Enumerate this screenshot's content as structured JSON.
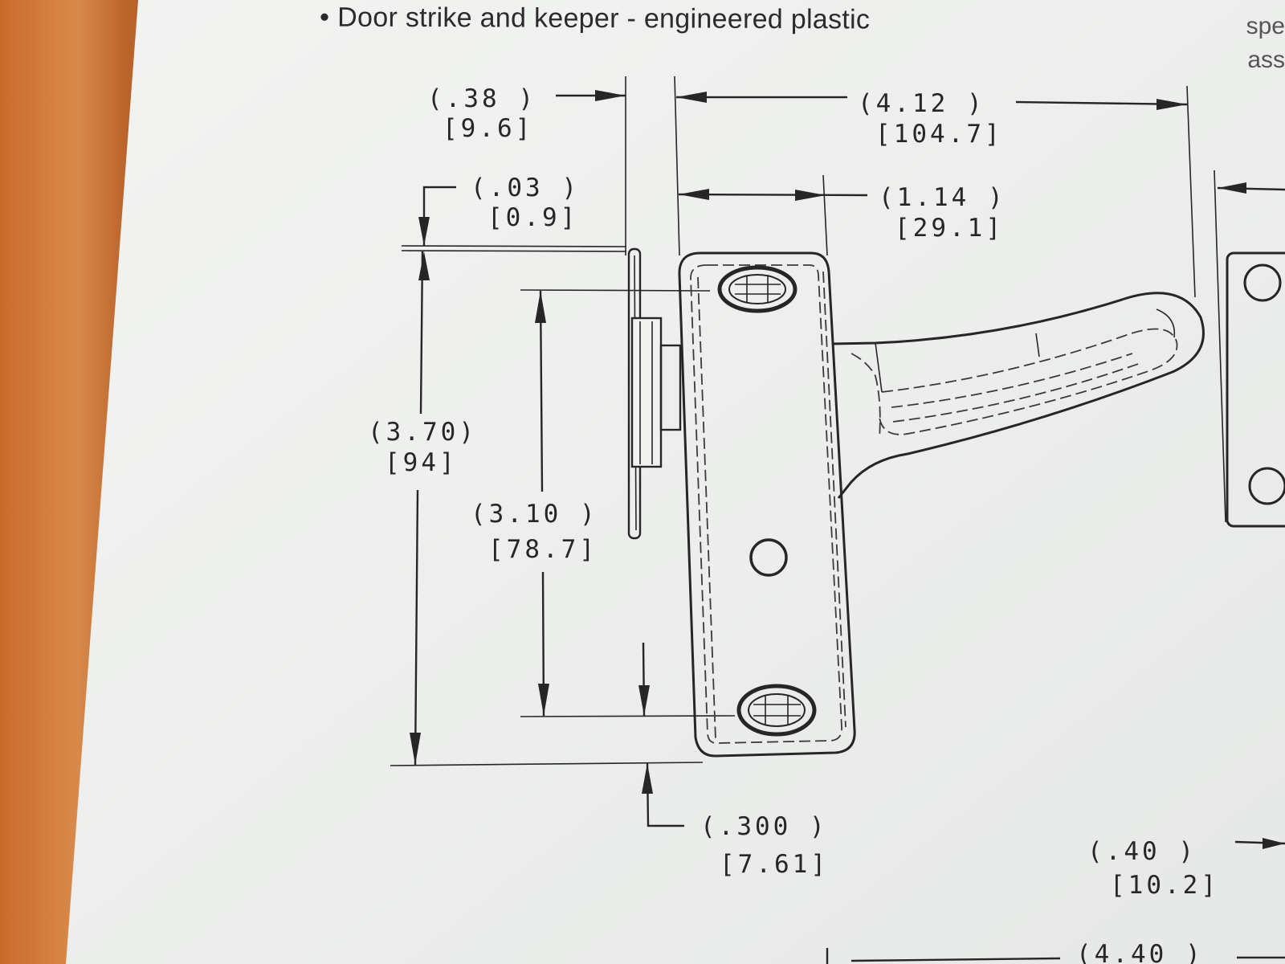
{
  "header": {
    "bullet": "•",
    "feature": "Door strike and keeper - engineered plastic"
  },
  "edge_text": [
    "spe",
    "ass"
  ],
  "dimensions": {
    "d038_in": "(.38   )",
    "d038_mm": "[9.6]",
    "d412_in": "(4.12    )",
    "d412_mm": "[104.7]",
    "d003_in": "(.03   )",
    "d003_mm": "[0.9]",
    "d114_in": "(1.14   )",
    "d114_mm": "[29.1]",
    "d370_in": "(3.70)",
    "d370_mm": "[94]",
    "d310_in": "(3.10    )",
    "d310_mm": "[78.7]",
    "d300_in": "(.300    )",
    "d300_mm": "[7.61]",
    "d040_in": "(.40    )",
    "d040_mm": "[10.2]",
    "d440_in": "(4.40     )"
  },
  "colors": {
    "paper": "#f1f2f0",
    "desk": "#d9823f",
    "ink": "#262626"
  }
}
